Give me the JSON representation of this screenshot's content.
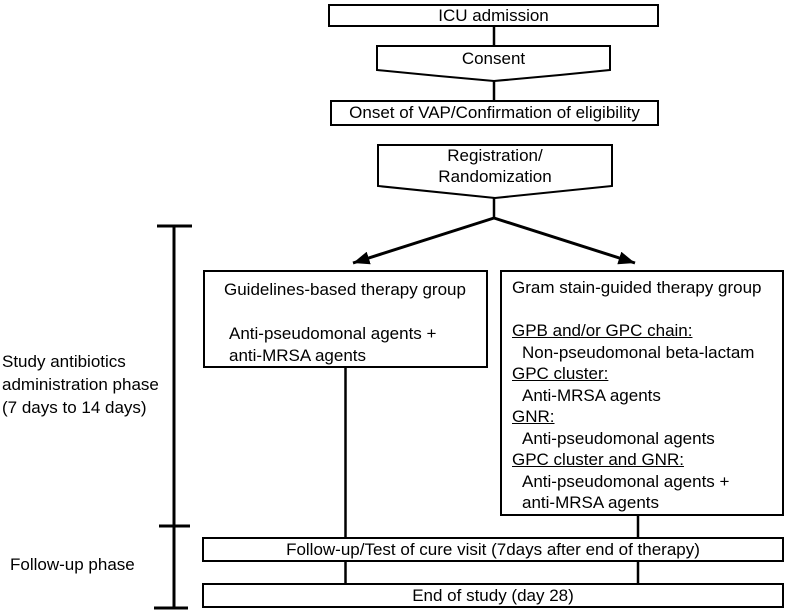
{
  "flow": {
    "icu_admission": "ICU admission",
    "consent": "Consent",
    "onset": "Onset of VAP/Confirmation of eligibility",
    "registration_line1": "Registration/",
    "registration_line2": "Randomization",
    "followup_visit": "Follow-up/Test of cure visit (7days after end of therapy)",
    "end_of_study": "End of study (day 28)"
  },
  "groups": {
    "guidelines": {
      "title": "Guidelines-based therapy group",
      "body_line1": "Anti-pseudomonal agents +",
      "body_line2": "anti-MRSA agents"
    },
    "gram_stain": {
      "title": "Gram stain-guided therapy group",
      "rules": [
        {
          "heading": "GPB and/or GPC chain:",
          "lines": [
            "Non-pseudomonal beta-lactam"
          ]
        },
        {
          "heading": "GPC cluster:",
          "lines": [
            "Anti-MRSA agents"
          ]
        },
        {
          "heading": "GNR:",
          "lines": [
            "Anti-pseudomonal agents"
          ]
        },
        {
          "heading": "GPC cluster and GNR:",
          "lines": [
            "Anti-pseudomonal agents +",
            "anti-MRSA agents"
          ]
        }
      ]
    }
  },
  "phases": {
    "antibiotics_line1": "Study antibiotics",
    "antibiotics_line2": "administration phase",
    "antibiotics_line3": "(7 days to 14 days)",
    "followup": "Follow-up phase"
  },
  "colors": {
    "line": "#000000",
    "text": "#000000",
    "background": "#ffffff"
  }
}
